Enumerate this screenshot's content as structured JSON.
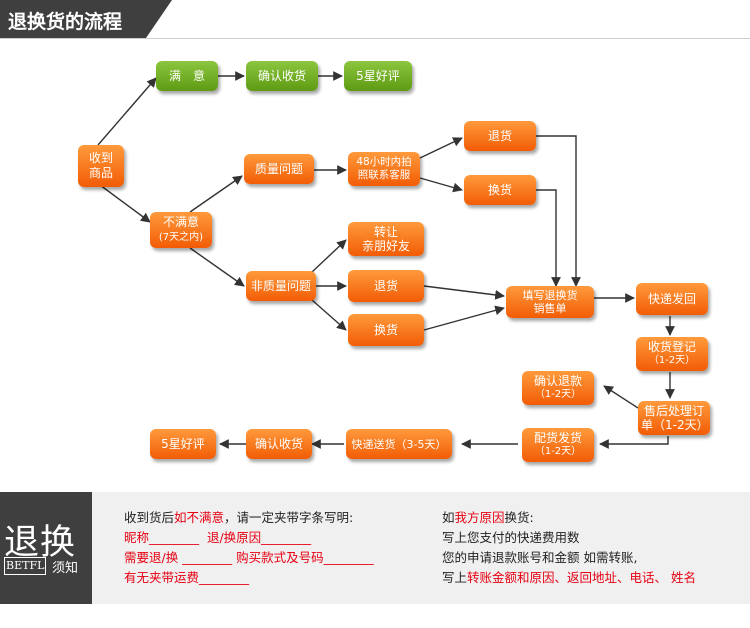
{
  "header": {
    "title": "退换货的流程"
  },
  "nodes": {
    "receive": "收到\n商品",
    "satisfied": "满　意",
    "confirm_receipt_top": "确认收货",
    "five_star_top": "5星好评",
    "unsatisfied_main": "不满意",
    "unsatisfied_sub": "(7天之内)",
    "quality": "质量问题",
    "photo_48": "48小时内拍\n照联系客服",
    "return_a": "退货",
    "exchange_a": "换货",
    "non_quality": "非质量问题",
    "transfer": "转让\n亲朋好友",
    "return_b": "退货",
    "exchange_b": "换货",
    "fill_form": "填写退换货\n销售单",
    "express_return": "快递发回",
    "receipt_log_main": "收货登记",
    "receipt_log_sub": "（1-2天）",
    "after_sale_main": "售后处理订",
    "after_sale_sub": "单（1-2天）",
    "confirm_refund_main": "确认退款",
    "confirm_refund_sub": "（1-2天）",
    "ship_out_main": "配货发货",
    "ship_out_sub": "（1-2天）",
    "express_delivery": "快递送货（3-5天）",
    "confirm_receipt_bottom": "确认收货",
    "five_star_bottom": "5星好评"
  },
  "notice": {
    "badge_title": "退换",
    "badge_brand": "BETFL",
    "badge_sub": "须知",
    "left": {
      "line1_a": "收到货后",
      "line1_b": "如不满意",
      "line1_c": "，请一定夹带字条写明:",
      "line2_a": "昵称________",
      "line2_b": "退/换原因________",
      "line3_a": "需要退/换 ________",
      "line3_b": "购买款式及号码________",
      "line4": "有无夹带运费________"
    },
    "right": {
      "line1_a": "如",
      "line1_b": "我方原因",
      "line1_c": "换货:",
      "line2": "写上您支付的快递费用数",
      "line3": "您的申请退款账号和金额 如需转账,",
      "line4_a": "写上",
      "line4_b": "转账金额和原因、返回地址、电话、 姓名"
    }
  },
  "colors": {
    "green": "#6fae1e",
    "orange": "#f4670b",
    "header": "#3f3f3f",
    "accent_red": "#e60012"
  }
}
